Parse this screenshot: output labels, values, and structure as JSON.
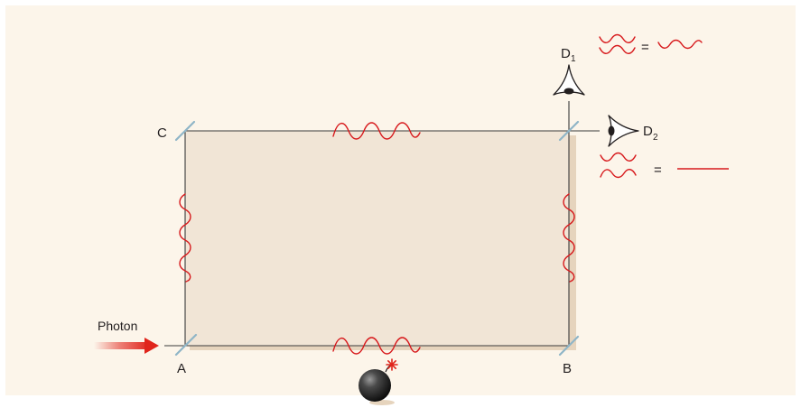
{
  "diagram": {
    "labels": {
      "source": "Photon",
      "corner_a": "A",
      "corner_b": "B",
      "corner_c": "C",
      "detector_1": "D",
      "detector_1_sub": "1",
      "detector_2": "D",
      "detector_2_sub": "2",
      "equals_1": "=",
      "equals_2": "="
    },
    "colors": {
      "wave": "#d7191c",
      "arrow": "#e0241b",
      "mirror": "#8fb5c7",
      "interferometer_fill": "#f1e5d6",
      "shadow": "#e6d4bd",
      "background": "#fcf5ea",
      "beam": "#3a3a3a"
    },
    "icons": [
      "eye-icon",
      "eye-icon",
      "bomb-icon",
      "arrow-right-icon",
      "mirror-icon"
    ]
  }
}
